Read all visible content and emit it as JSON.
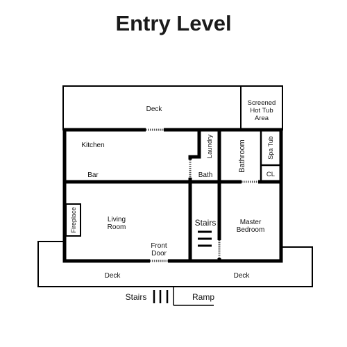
{
  "title": "Entry Level",
  "rooms": {
    "deck_top": "Deck",
    "hot_tub_line1": "Screened",
    "hot_tub_line2": "Hot Tub",
    "hot_tub_line3": "Area",
    "kitchen": "Kitchen",
    "bar": "Bar",
    "laundry": "Laundry",
    "bath": "Bath",
    "bathroom": "Bathroom",
    "spa_tub": "Spa Tub",
    "closet": "CL",
    "fireplace": "Fireplace",
    "living_line1": "Living",
    "living_line2": "Room",
    "front_door_line1": "Front",
    "front_door_line2": "Door",
    "stairs_inner": "Stairs",
    "master_line1": "Master",
    "master_line2": "Bedroom",
    "deck_left": "Deck",
    "deck_right": "Deck",
    "stairs_outer": "Stairs",
    "ramp": "Ramp"
  },
  "colors": {
    "wall": "#000000",
    "door": "#555555",
    "text": "#111111"
  }
}
